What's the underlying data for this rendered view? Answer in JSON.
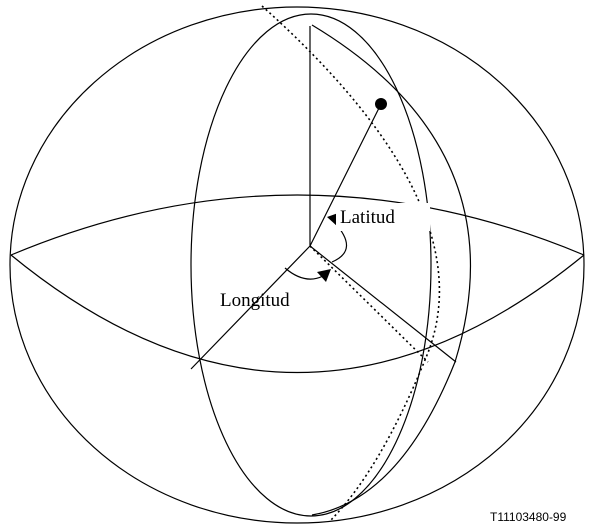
{
  "labels": {
    "latitude": "Latitud",
    "longitude": "Longitud",
    "figure_code": "T11103480-99"
  },
  "colors": {
    "stroke": "#000000",
    "background": "#ffffff"
  }
}
